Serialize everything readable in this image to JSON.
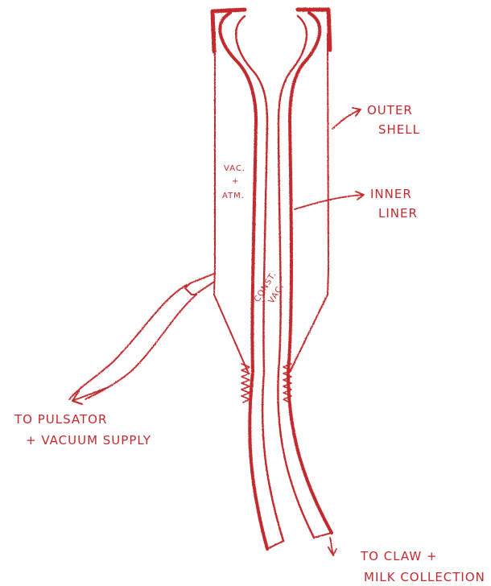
{
  "diagram": {
    "ink_color": "#c22a2f",
    "labels": {
      "outer_shell": [
        "OUTER",
        "SHELL"
      ],
      "inner_liner": [
        "INNER",
        "LINER"
      ],
      "vac_atm": [
        "VAC.",
        "+",
        "ATM."
      ],
      "const_vac": [
        "CONST.",
        "VAC."
      ],
      "to_pulsator": [
        "TO PULSATOR",
        "+ VACUUM SUPPLY"
      ],
      "to_claw": [
        "TO CLAW +",
        "MILK COLLECTION"
      ]
    }
  }
}
